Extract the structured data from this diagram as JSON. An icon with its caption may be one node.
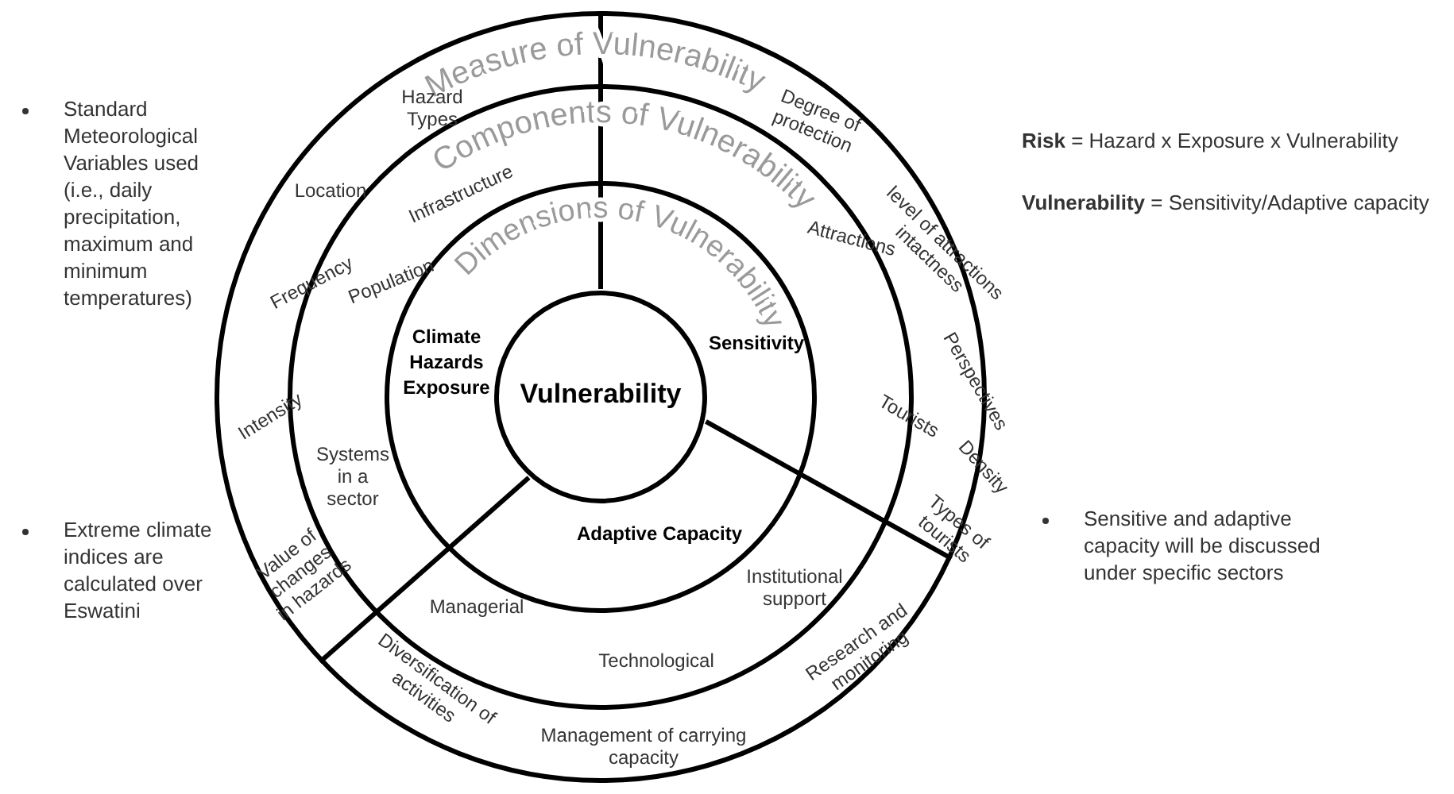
{
  "diagram": {
    "nodes": [
      {
        "text": [
          "Measure of Vulnerability",
          "Hazard Types",
          "Location",
          "Frequency",
          "Intensity",
          "Value of changes in hazards",
          "Diversification of activities",
          "Management of carrying capacity",
          "Research and monitoring",
          "Types of tourists",
          "Density",
          "Perspectives",
          "level of attractions intactness",
          "Degree of protection"
        ]
      },
      {
        "text": [
          "Components of Vulnerability",
          "Infrastructure",
          "Population",
          "Systems in a sector",
          "Managerial",
          "Technological",
          "Institutional support",
          "Tourists",
          "Attractions"
        ],
        "in": 0
      },
      {
        "text": [
          "Dimensions of Vulnerability",
          "Climate Hazards Exposure",
          "Sensitivity",
          "Adaptive Capacity"
        ],
        "in": 1
      },
      {
        "text": [
          "Vulnerability"
        ],
        "in": 2
      }
    ],
    "edges": [],
    "labels": [
      "Standard Meteorological Variables used (i.e., daily precipitation, maximum and minimum temperatures)",
      "**Risk**  = Hazard x Exposure x Vulnerability",
      "**Vulnerability** = Sensitivity/Adaptive capacity",
      "Extreme climate indices are calculated over Eswatini",
      "Sensitive and adaptive capacity will be discussed under specific sectors"
    ]
  }
}
